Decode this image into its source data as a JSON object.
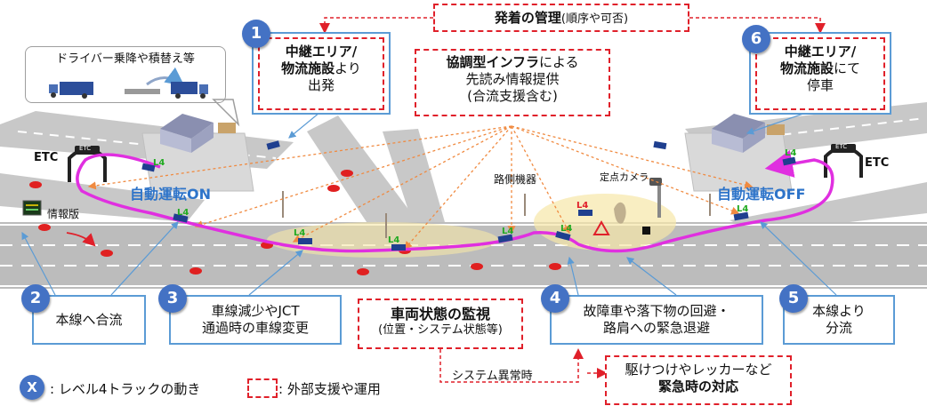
{
  "top_center": {
    "title_bold": "発着の管理",
    "title_rest": "(順序や可否)"
  },
  "box1": {
    "number": "1",
    "line1": "中継エリア/",
    "line2_bold": "物流施設",
    "line2_rest": "より",
    "line3": "出発"
  },
  "box6": {
    "number": "6",
    "line1": "中継エリア/",
    "line2_bold": "物流施設",
    "line2_rest": "にて",
    "line3": "停車"
  },
  "infra": {
    "line1_bold": "協調型インフラ",
    "line1_rest": "による",
    "line2": "先読み情報提供",
    "line3": "(合流支援含む)"
  },
  "driver_bubble": {
    "text": "ドライバー乗降や積替え等"
  },
  "labels": {
    "etc_left": "ETC",
    "etc_right": "ETC",
    "gate_text": "ETC",
    "info_board": "情報版",
    "roadside": "路側機器",
    "camera": "定点カメラ",
    "auto_on": "自動運転ON",
    "auto_off": "自動運転OFF",
    "l4": "L4",
    "system_error": "システム異常時"
  },
  "bottom": {
    "b2": {
      "number": "2",
      "text": "本線へ合流"
    },
    "b3": {
      "number": "3",
      "line1": "車線減少やJCT",
      "line2": "通過時の車線変更"
    },
    "monitor": {
      "line1": "車両状態の監視",
      "line2": "(位置・システム状態等)"
    },
    "b4": {
      "number": "4",
      "line1": "故障車や落下物の回避・",
      "line2": "路肩への緊急退避"
    },
    "b5": {
      "number": "5",
      "line1": "本線より",
      "line2": "分流"
    },
    "emergency": {
      "line1": "駆けつけやレッカーなど",
      "line2": "緊急時の対応"
    }
  },
  "legend": {
    "x_symbol": "X",
    "x_text": ": レベル4トラックの動き",
    "red_text": ": 外部支援や運用"
  },
  "colors": {
    "accent_blue": "#4472c4",
    "route_magenta": "#e02fe0",
    "dash_red": "#e0202a",
    "road_gray": "#bcbcbc",
    "l4_green": "#22aa22"
  }
}
